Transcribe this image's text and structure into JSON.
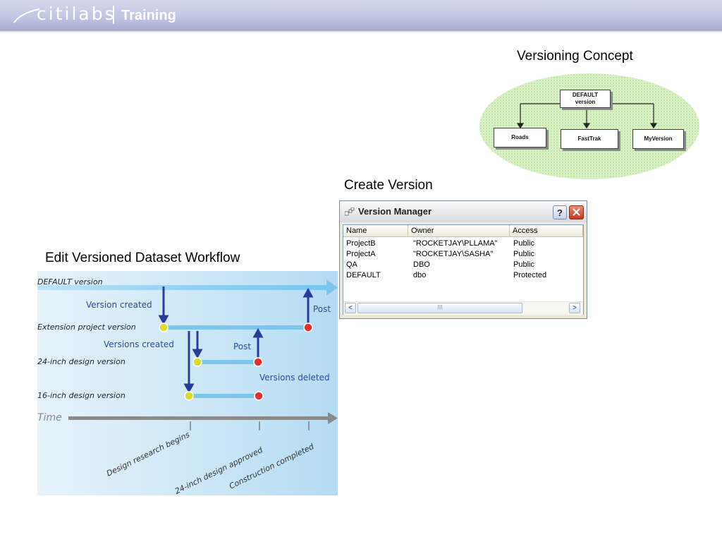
{
  "header": {
    "logo_text": "citilabs",
    "section_label": "Training",
    "logo_icon": "swoosh-icon"
  },
  "titles": {
    "concept": "Versioning Concept",
    "create": "Create Version",
    "workflow": "Edit Versioned Dataset Workflow"
  },
  "concept": {
    "root_line1": "DEFAULT",
    "root_line2": "version",
    "children": [
      "Roads",
      "FastTrak",
      "MyVersion"
    ]
  },
  "dialog": {
    "title": "Version Manager",
    "help_label": "?",
    "columns": [
      "Name",
      "Owner",
      "Access"
    ],
    "rows": [
      [
        "ProjectB",
        "\"ROCKETJAY\\PLLAMA\"",
        "Public"
      ],
      [
        "ProjectA",
        "\"ROCKETJAY\\SASHA\"",
        "Public"
      ],
      [
        "QA",
        "DBO",
        "Public"
      ],
      [
        "DEFAULT",
        "dbo",
        "Protected"
      ]
    ],
    "scroll_left": "<",
    "scroll_right": ">",
    "thumb_grip": "III"
  },
  "workflow": {
    "versions": [
      "DEFAULT version",
      "Extension project version",
      "24-inch design version",
      "16-inch design version"
    ],
    "events": {
      "version_created": "Version created",
      "versions_created": "Versions created",
      "post_top": "Post",
      "post_mid": "Post",
      "versions_deleted": "Versions deleted"
    },
    "time_label": "Time",
    "milestones": [
      "Design research begins",
      "24-inch design approved",
      "Construction completed"
    ],
    "colors": {
      "line": "#7cc6ee",
      "arrow": "#2a3a9a",
      "start_dot": "#d8dc28",
      "end_dot": "#e8302a",
      "time_axis": "#8a8a8a"
    }
  }
}
